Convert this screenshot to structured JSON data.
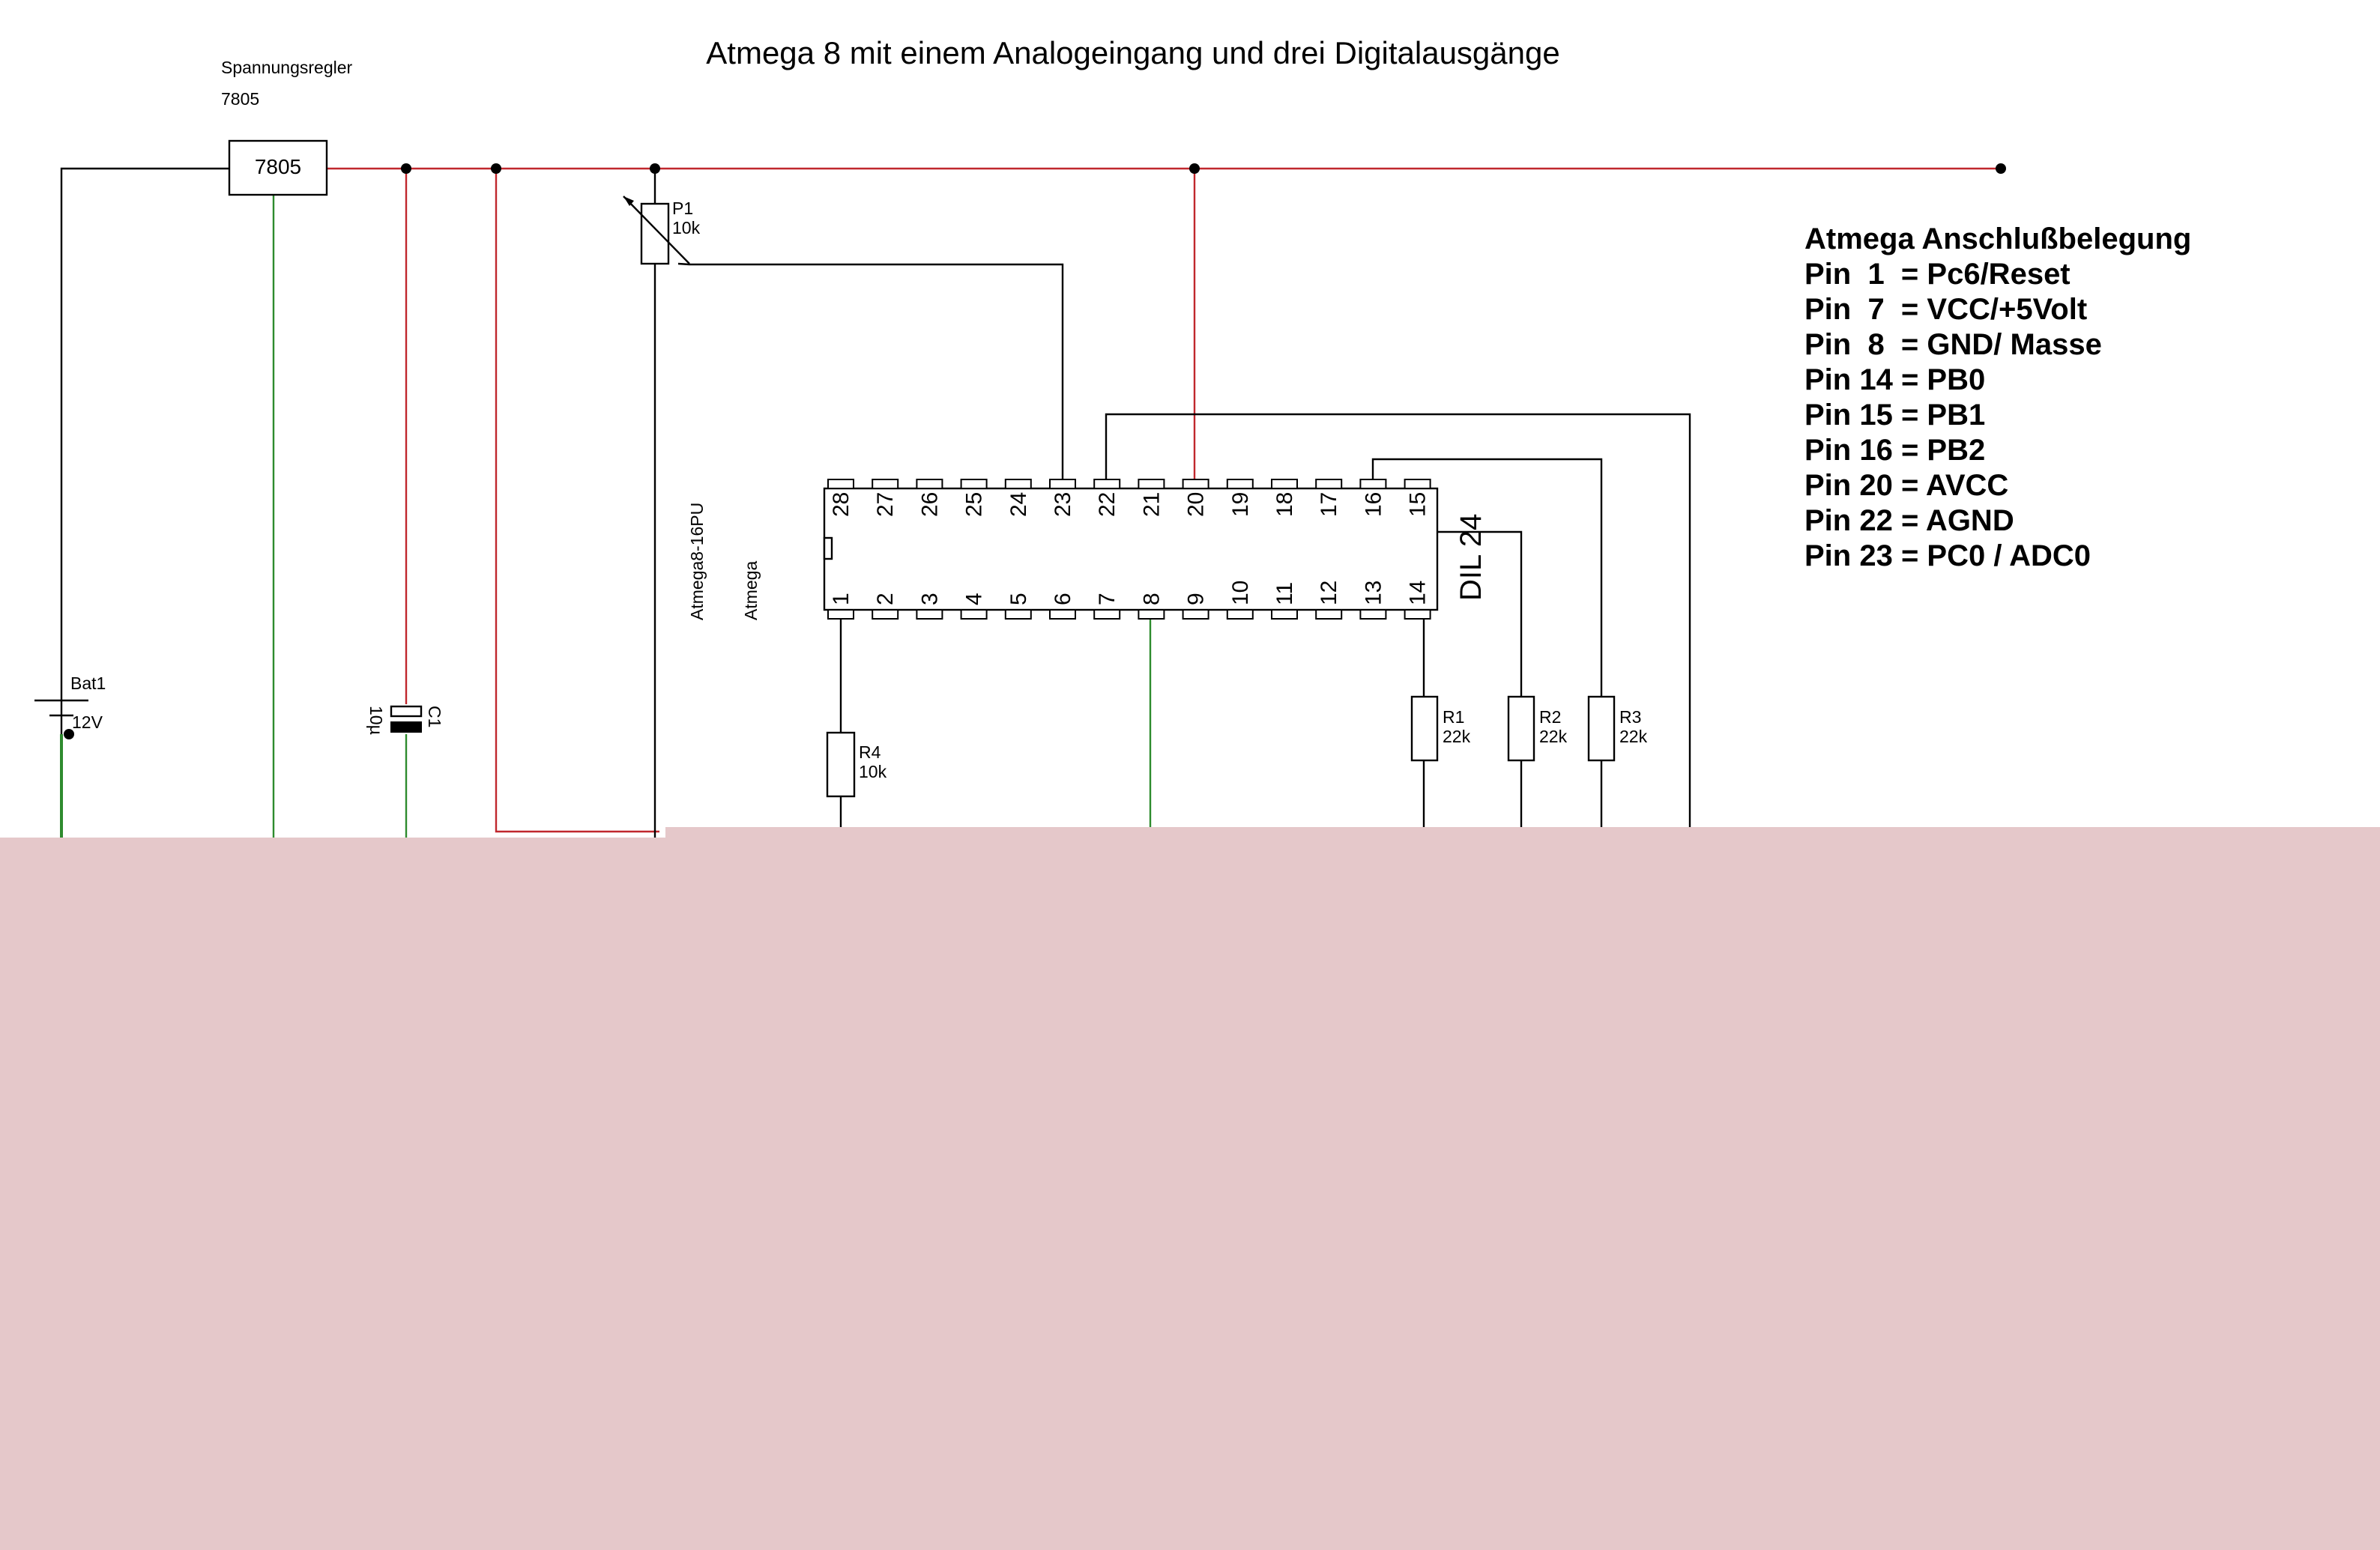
{
  "title": "Atmega 8 mit einem Analogeingang und drei Digitalausgänge",
  "regulator": {
    "caption": "Spannungsregler",
    "type": "7805",
    "label": "7805"
  },
  "battery": {
    "name": "Bat1",
    "value": "12V"
  },
  "capacitor": {
    "name": "C1",
    "value": "10µ"
  },
  "potentiometer": {
    "name": "P1",
    "value": "10k"
  },
  "ic": {
    "part": "Atmega8-16PU",
    "name": "Atmega",
    "package": "DIL 24",
    "top_pins": [
      "28",
      "27",
      "26",
      "25",
      "24",
      "23",
      "22",
      "21",
      "20",
      "19",
      "18",
      "17",
      "16",
      "15"
    ],
    "bottom_pins": [
      "1",
      "2",
      "3",
      "4",
      "5",
      "6",
      "7",
      "8",
      "9",
      "10",
      "11",
      "12",
      "13",
      "14"
    ]
  },
  "resistors": [
    {
      "name": "R1",
      "value": "22k"
    },
    {
      "name": "R2",
      "value": "22k"
    },
    {
      "name": "R3",
      "value": "22k"
    },
    {
      "name": "R4",
      "value": "10k"
    }
  ],
  "pinout": {
    "heading": "Atmega Anschlußbelegung",
    "lines": [
      "Pin  1  = Pc6/Reset",
      "Pin  7  = VCC/+5Volt",
      "Pin  8  = GND/ Masse",
      "Pin 14 = PB0",
      "Pin 15 = PB1",
      "Pin 16 = PB2",
      "Pin 20 = AVCC",
      "Pin 22 = AGND",
      "Pin 23 = PC0 / ADC0"
    ]
  },
  "colors": {
    "wire_black": "#000000",
    "wire_red": "#c0272d",
    "wire_green": "#2e8b2e",
    "mask_overlay": "#e5c8ca",
    "background": "#ffffff"
  }
}
